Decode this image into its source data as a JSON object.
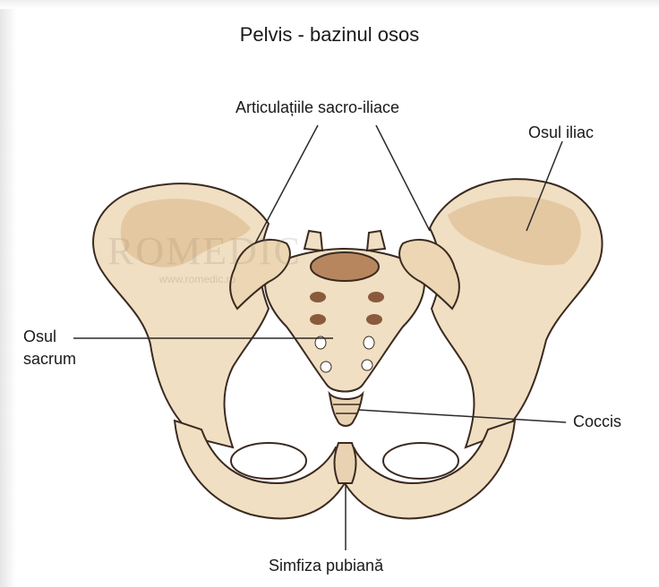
{
  "title": "Pelvis - bazinul osos",
  "labels": {
    "sacroiliac_joints": "Articulațiile sacro-iliace",
    "iliac_bone": "Osul iliac",
    "sacrum_line1": "Osul",
    "sacrum_line2": "sacrum",
    "coccyx": "Coccis",
    "pubic_symphysis": "Simfiza pubiană"
  },
  "watermark": {
    "logo_text": "ROMEDIC",
    "url": "www.romedic.ro"
  },
  "colors": {
    "bone": "#f0dfc2",
    "bone_shadow": "#d8b68f",
    "bone_dark": "#8a5a3c",
    "outline": "#3a2a20",
    "leader_line": "#2a2a2a"
  }
}
